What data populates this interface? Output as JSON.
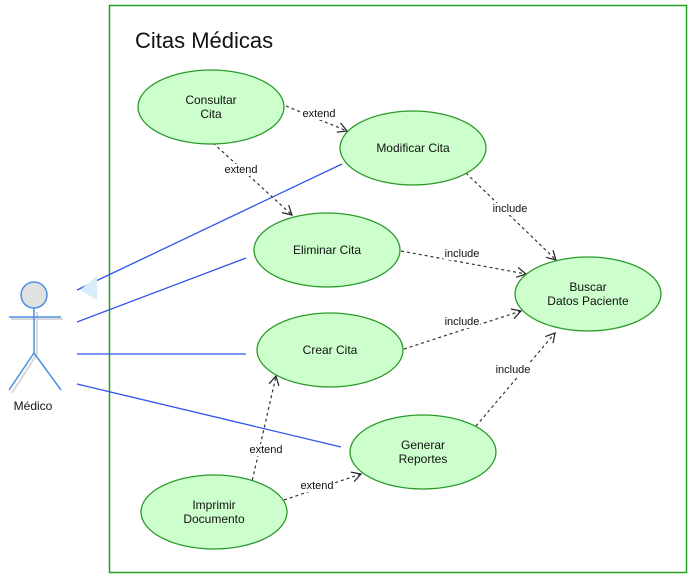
{
  "diagram": {
    "title": "Citas Médicas",
    "actor": {
      "name": "Médico"
    },
    "colors": {
      "boundary": "#22a022",
      "usecase_fill": "#ccffcc",
      "usecase_stroke": "#2a9a2a",
      "association": "#3355ee",
      "dependency": "#333333",
      "actor_stroke": "#4a90e2",
      "actor_head_fill": "#e0e0e0"
    },
    "use_cases": [
      {
        "id": "consultar",
        "lines": [
          "Consultar",
          "Cita"
        ]
      },
      {
        "id": "modificar",
        "lines": [
          "Modificar Cita"
        ]
      },
      {
        "id": "eliminar",
        "lines": [
          "Eliminar Cita"
        ]
      },
      {
        "id": "crear",
        "lines": [
          "Crear Cita"
        ]
      },
      {
        "id": "buscar",
        "lines": [
          "Buscar",
          "Datos Paciente"
        ]
      },
      {
        "id": "generar",
        "lines": [
          "Generar",
          "Reportes"
        ]
      },
      {
        "id": "imprimir",
        "lines": [
          "Imprimir",
          "Documento"
        ]
      }
    ],
    "associations": [
      {
        "from": "actor",
        "to": "modificar"
      },
      {
        "from": "actor",
        "to": "eliminar"
      },
      {
        "from": "actor",
        "to": "crear"
      },
      {
        "from": "actor",
        "to": "generar"
      }
    ],
    "dependencies": [
      {
        "from": "consultar",
        "to": "modificar",
        "label": "extend"
      },
      {
        "from": "consultar",
        "to": "eliminar",
        "label": "extend"
      },
      {
        "from": "modificar",
        "to": "buscar",
        "label": "include"
      },
      {
        "from": "eliminar",
        "to": "buscar",
        "label": "include"
      },
      {
        "from": "crear",
        "to": "buscar",
        "label": "include"
      },
      {
        "from": "generar",
        "to": "buscar",
        "label": "include"
      },
      {
        "from": "imprimir",
        "to": "crear",
        "label": "extend"
      },
      {
        "from": "imprimir",
        "to": "generar",
        "label": "extend"
      }
    ]
  }
}
